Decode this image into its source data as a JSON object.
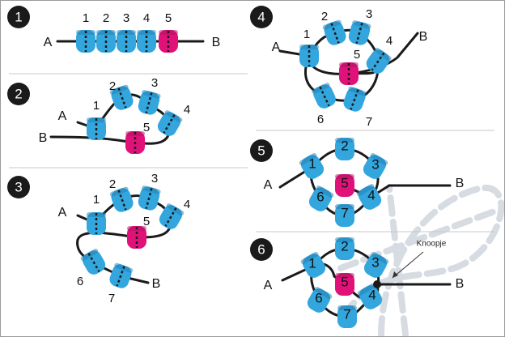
{
  "colors": {
    "bead": "#33a6de",
    "bead_dark": "#1f7fb3",
    "accent": "#e0127a",
    "thread": "#1a1a1a",
    "divider": "#c8c8c8",
    "decor": "#d6dce2"
  },
  "panels": [
    {
      "step": "1",
      "beads": [
        "1",
        "2",
        "3",
        "4",
        "5"
      ],
      "ends": [
        "A",
        "B"
      ]
    },
    {
      "step": "2",
      "beads": [
        "1",
        "2",
        "3",
        "4",
        "5"
      ],
      "ends": [
        "A",
        "B"
      ]
    },
    {
      "step": "3",
      "beads": [
        "1",
        "2",
        "3",
        "4",
        "5",
        "6",
        "7"
      ],
      "ends": [
        "A",
        "B"
      ]
    },
    {
      "step": "4",
      "beads": [
        "1",
        "2",
        "3",
        "4",
        "5",
        "6",
        "7"
      ],
      "ends": [
        "A",
        "B"
      ]
    },
    {
      "step": "5",
      "beads": [
        "1",
        "2",
        "3",
        "4",
        "5",
        "6",
        "7"
      ],
      "ends": [
        "A",
        "B"
      ]
    },
    {
      "step": "6",
      "beads": [
        "1",
        "2",
        "3",
        "4",
        "5",
        "6",
        "7"
      ],
      "ends": [
        "A",
        "B"
      ],
      "annotation": "Knoopje"
    }
  ]
}
